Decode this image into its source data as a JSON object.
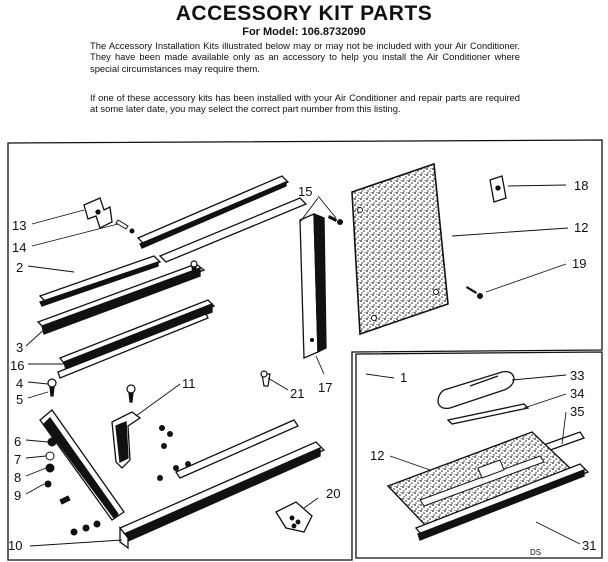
{
  "header": {
    "title": "ACCESSORY KIT PARTS",
    "model": "For Model: 106.8732090"
  },
  "intro": {
    "paragraph_1": "The Accessory Installation Kits illustrated below may or may not be included with your Air Conditioner. They have been made available only as an accessory to help you install the Air Conditioner where special circumstances may require them.",
    "paragraph_2": "If one of these accessory kits has been installed with your Air Conditioner and repair parts are required at some later date, you may select the correct part number from this listing."
  },
  "callouts": {
    "c13": "13",
    "c14": "14",
    "c2": "2",
    "c3": "3",
    "c16": "16",
    "c4": "4",
    "c5": "5",
    "c6": "6",
    "c7": "7",
    "c8": "8",
    "c9": "9",
    "c10": "10",
    "c11": "11",
    "c15": "15",
    "c17": "17",
    "c21": "21",
    "c20": "20",
    "c18": "18",
    "c12a": "12",
    "c19": "19",
    "c1": "1",
    "c33": "33",
    "c34": "34",
    "c35": "35",
    "c12b": "12",
    "c31": "31"
  },
  "footer_code": "DS"
}
